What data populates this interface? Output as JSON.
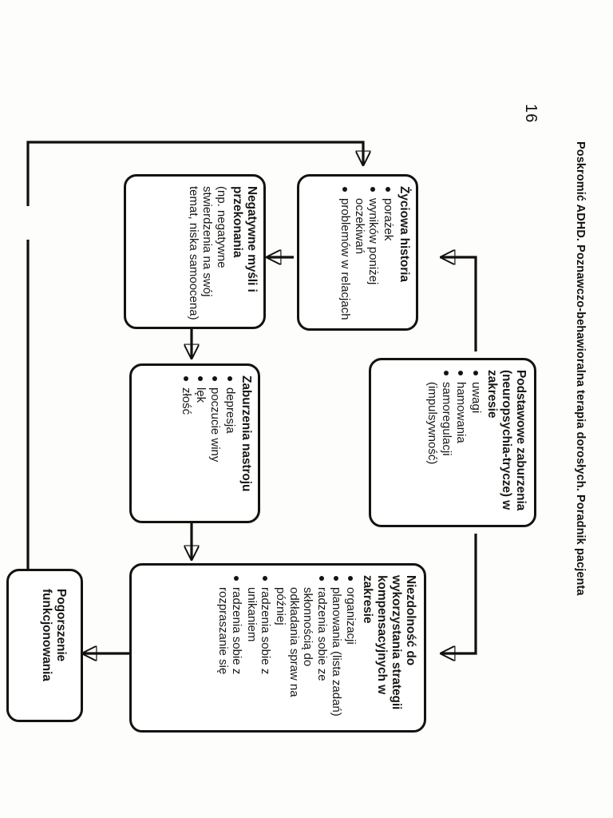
{
  "page": {
    "number": "16",
    "running_head": "Poskromić ADHD. Poznawczo-behawioralna terapia dorosłych. Poradnik pacjenta",
    "orientation": "rotated-90-clockwise",
    "ink_color": "#15120f",
    "paper_color": "#fdfdfb"
  },
  "diagram": {
    "type": "flowchart",
    "nodes": {
      "zyciowa_historia": {
        "id": "zyciowa-historia",
        "title": "Życiowa historia",
        "bullets": [
          "porażek",
          "wyników poniżej oczekiwań",
          "problemów w relacjach"
        ]
      },
      "negatywne_mysli": {
        "id": "negatywne-mysli",
        "title": "Negatywne myśli i przekonania",
        "subtitle": "(np. negatywne stwierdzenia na swój temat, niska samoocena)",
        "bullets": []
      },
      "zaburzenia_nastroju": {
        "id": "zaburzenia-nastroju",
        "title": "Zaburzenia nastroju",
        "bullets": [
          "depresja",
          "poczucie winy",
          "lęk",
          "złość"
        ]
      },
      "podstawowe_zaburzenia": {
        "id": "podstawowe-zaburzenia",
        "title": "Podstawowe zaburzenia (neuropsychia-trycze) w zakresie",
        "bullets": [
          "uwagi",
          "hamowania",
          "samoregulacji (impulsywność)"
        ]
      },
      "niezdolnosc": {
        "id": "niezdolnosc-strategie",
        "title": "Niezdolność do wykorzystania strategii kompensacyjnych w zakresie",
        "bullets": [
          "organizacji",
          "planowania (lista zadań)",
          "radzenia sobie ze skłonnością do odkładania spraw na później",
          "radzenia sobie z unikaniem",
          "radzenia sobie z rozpraszanie się"
        ]
      },
      "pogorszenie": {
        "id": "pogorszenie-funkcjonowania",
        "title": "Pogorszenie funkcjonowania",
        "bullets": []
      }
    },
    "edges": [
      {
        "from": "podstawowe_zaburzenia",
        "to": "zyciowa_historia",
        "style": "elbow-arrow"
      },
      {
        "from": "podstawowe_zaburzenia",
        "to": "niezdolnosc",
        "style": "elbow-arrow"
      },
      {
        "from": "zyciowa_historia",
        "to": "negatywne_mysli",
        "style": "straight-arrow"
      },
      {
        "from": "negatywne_mysli",
        "to": "zaburzenia_nastroju",
        "style": "straight-arrow"
      },
      {
        "from": "zaburzenia_nastroju",
        "to": "niezdolnosc",
        "style": "straight-arrow"
      },
      {
        "from": "niezdolnosc",
        "to": "pogorszenie",
        "style": "straight-arrow"
      },
      {
        "from": "pogorszenie",
        "to": "zyciowa_historia",
        "style": "feedback-loop"
      }
    ]
  }
}
